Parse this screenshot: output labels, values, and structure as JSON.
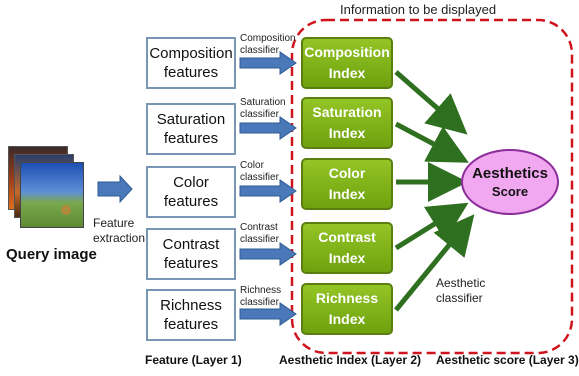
{
  "diagram": {
    "top_title": "Information to be displayed",
    "query_label": "Query image",
    "extraction_label": [
      "Feature",
      "extraction"
    ],
    "features": [
      {
        "l1": "Composition",
        "l2": "features"
      },
      {
        "l1": "Saturation",
        "l2": "features"
      },
      {
        "l1": "Color",
        "l2": "features"
      },
      {
        "l1": "Contrast",
        "l2": "features"
      },
      {
        "l1": "Richness",
        "l2": "features"
      }
    ],
    "classifiers": [
      {
        "l1": "Composition",
        "l2": "classifier"
      },
      {
        "l1": "Saturation",
        "l2": "classifier"
      },
      {
        "l1": "Color",
        "l2": "classifier"
      },
      {
        "l1": "Contrast",
        "l2": "classifier"
      },
      {
        "l1": "Richness",
        "l2": "classifier"
      }
    ],
    "indices": [
      {
        "l1": "Composition",
        "l2": "Index"
      },
      {
        "l1": "Saturation",
        "l2": "Index"
      },
      {
        "l1": "Color",
        "l2": "Index"
      },
      {
        "l1": "Contrast",
        "l2": "Index"
      },
      {
        "l1": "Richness",
        "l2": "Index"
      }
    ],
    "score": {
      "l1": "Aesthetics",
      "l2": "Score"
    },
    "aesthetic_classifier": [
      "Aesthetic",
      "classifier"
    ],
    "layer_labels": [
      "Feature (Layer 1)",
      "Aesthetic Index (Layer 2)",
      "Aesthetic score (Layer 3)"
    ],
    "colors": {
      "feature_border": "#7a96b5",
      "index_fill": "#7fb21a",
      "score_fill": "#f1a8f0",
      "dashed_border": "#d0141d",
      "arrow": "#4a78b8",
      "index_arrow": "#2f6f20"
    }
  }
}
